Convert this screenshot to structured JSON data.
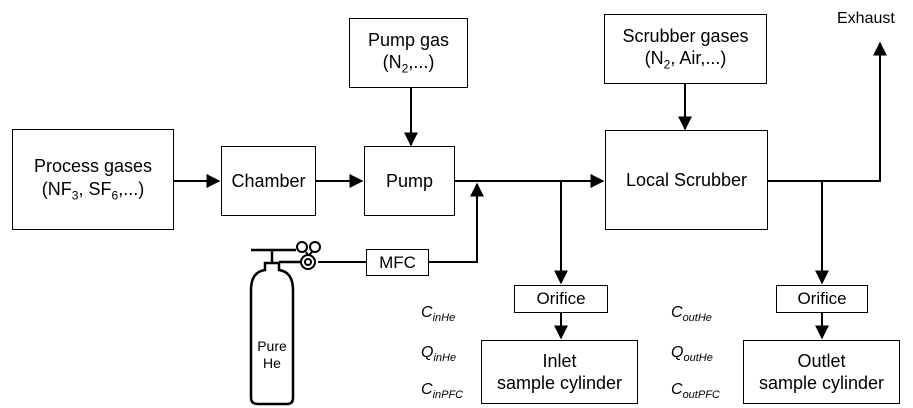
{
  "boxes": {
    "process_gases": {
      "line1": "Process gases",
      "line2_pre1": "(NF",
      "line2_sub1": "3",
      "line2_mid": ", SF",
      "line2_sub2": "6",
      "line2_post": ",...)"
    },
    "chamber": "Chamber",
    "pump": "Pump",
    "pump_gas": {
      "line1": "Pump gas",
      "line2_pre": "(N",
      "line2_sub": "2",
      "line2_post": ",...)"
    },
    "local_scrubber": "Local Scrubber",
    "scrubber_gases": {
      "line1": "Scrubber gases",
      "line2_pre": "(N",
      "line2_sub": "2",
      "line2_post": ", Air,...)"
    },
    "mfc": "MFC",
    "orifice_in": "Orifice",
    "orifice_out": "Orifice",
    "inlet_cylinder": {
      "line1": "Inlet",
      "line2": "sample cylinder"
    },
    "outlet_cylinder": {
      "line1": "Outlet",
      "line2": "sample cylinder"
    }
  },
  "exhaust": "Exhaust",
  "he_cylinder": {
    "line1": "Pure",
    "line2": "He"
  },
  "inlet_params": [
    {
      "main": "C",
      "sub": "inHe"
    },
    {
      "main": "Q",
      "sub": "inHe"
    },
    {
      "main": "C",
      "sub": "inPFC"
    }
  ],
  "outlet_params": [
    {
      "main": "C",
      "sub": "outHe"
    },
    {
      "main": "Q",
      "sub": "outHe"
    },
    {
      "main": "C",
      "sub": "outPFC"
    }
  ]
}
